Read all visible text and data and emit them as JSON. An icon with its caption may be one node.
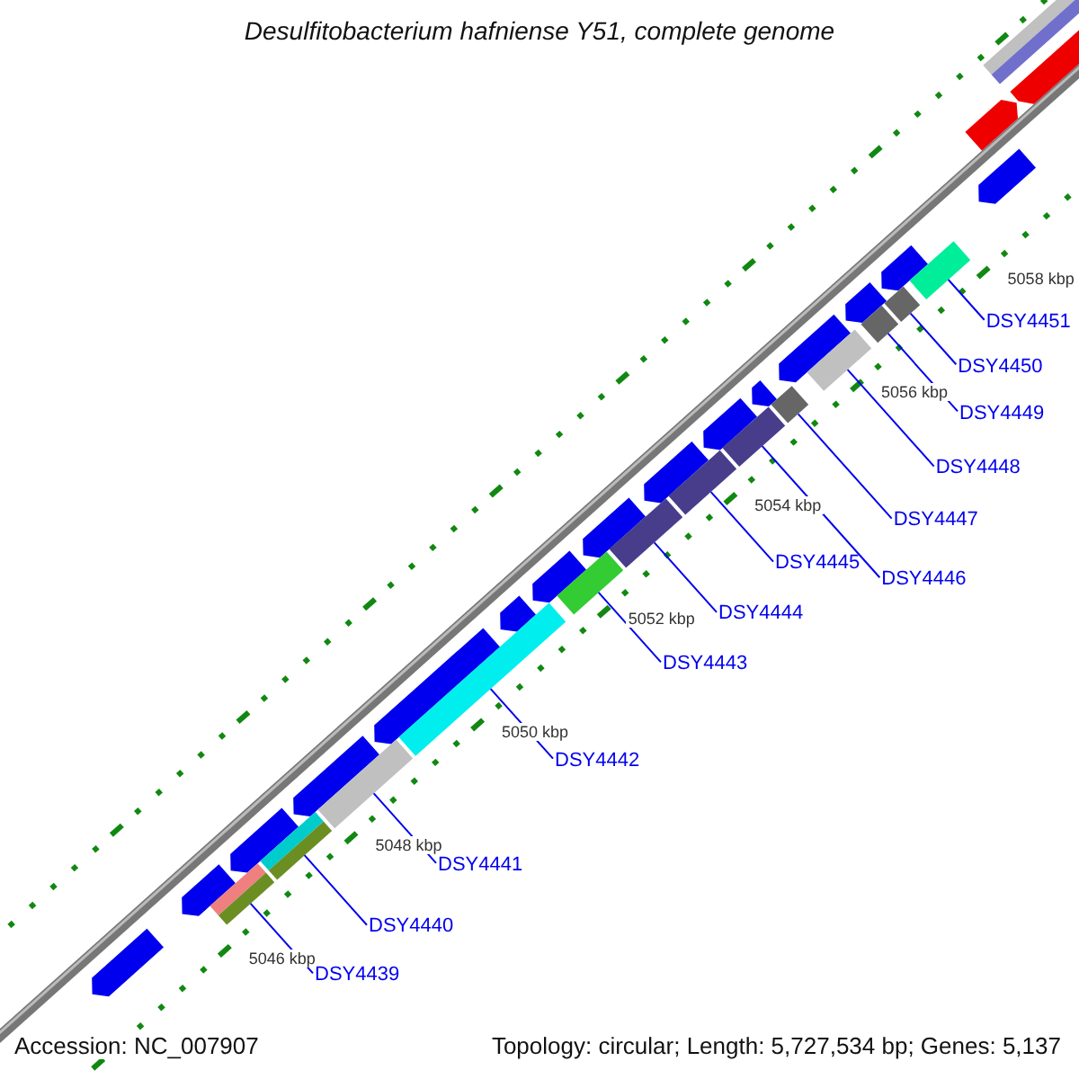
{
  "diagram": {
    "title": "Desulfitobacterium hafniense Y51, complete genome",
    "nodes": [
      {
        "text": [
          "DSY4451"
        ]
      },
      {
        "text": [
          "DSY4450"
        ]
      },
      {
        "text": [
          "DSY4449"
        ]
      },
      {
        "text": [
          "DSY4448"
        ]
      },
      {
        "text": [
          "DSY4447"
        ]
      },
      {
        "text": [
          "DSY4446"
        ]
      },
      {
        "text": [
          "DSY4445"
        ]
      },
      {
        "text": [
          "DSY4444"
        ]
      },
      {
        "text": [
          "DSY4443"
        ]
      },
      {
        "text": [
          "DSY4442"
        ]
      },
      {
        "text": [
          "DSY4441"
        ]
      },
      {
        "text": [
          "DSY4440"
        ]
      },
      {
        "text": [
          "DSY4439"
        ]
      },
      {
        "text": [],
        "shape": "bar"
      },
      {
        "text": [],
        "shape": "bar"
      },
      {
        "text": [],
        "shape": "bar"
      },
      {
        "text": [],
        "shape": "bar"
      },
      {
        "text": [],
        "shape": "bar"
      },
      {
        "text": [],
        "shape": "bar"
      },
      {
        "text": [],
        "shape": "bar"
      },
      {
        "text": [],
        "shape": "bar"
      },
      {
        "text": [],
        "shape": "bar"
      },
      {
        "text": [],
        "shape": "bar"
      },
      {
        "text": [],
        "shape": "bar"
      },
      {
        "text": [],
        "shape": "bar"
      },
      {
        "text": [],
        "shape": "bar"
      }
    ],
    "edges": [
      {
        "from": 0,
        "to": 13,
        "arrow": "none"
      },
      {
        "from": 1,
        "to": 14,
        "arrow": "none"
      },
      {
        "from": 2,
        "to": 15,
        "arrow": "none"
      },
      {
        "from": 3,
        "to": 16,
        "arrow": "none"
      },
      {
        "from": 4,
        "to": 17,
        "arrow": "none"
      },
      {
        "from": 5,
        "to": 18,
        "arrow": "none"
      },
      {
        "from": 6,
        "to": 19,
        "arrow": "none"
      },
      {
        "from": 7,
        "to": 20,
        "arrow": "none"
      },
      {
        "from": 8,
        "to": 21,
        "arrow": "none"
      },
      {
        "from": 9,
        "to": 22,
        "arrow": "none"
      },
      {
        "from": 10,
        "to": 23,
        "arrow": "none"
      },
      {
        "from": 11,
        "to": 24,
        "arrow": "none"
      },
      {
        "from": 12,
        "to": 25,
        "arrow": "none"
      }
    ],
    "labels": [
      "5058 kbp",
      "5056 kbp",
      "5054 kbp",
      "5052 kbp",
      "5050 kbp",
      "5048 kbp",
      "5046 kbp",
      "Accession: NC_007907",
      "Topology: circular; Length: 5,727,534 bp; Genes: 5,137"
    ]
  }
}
